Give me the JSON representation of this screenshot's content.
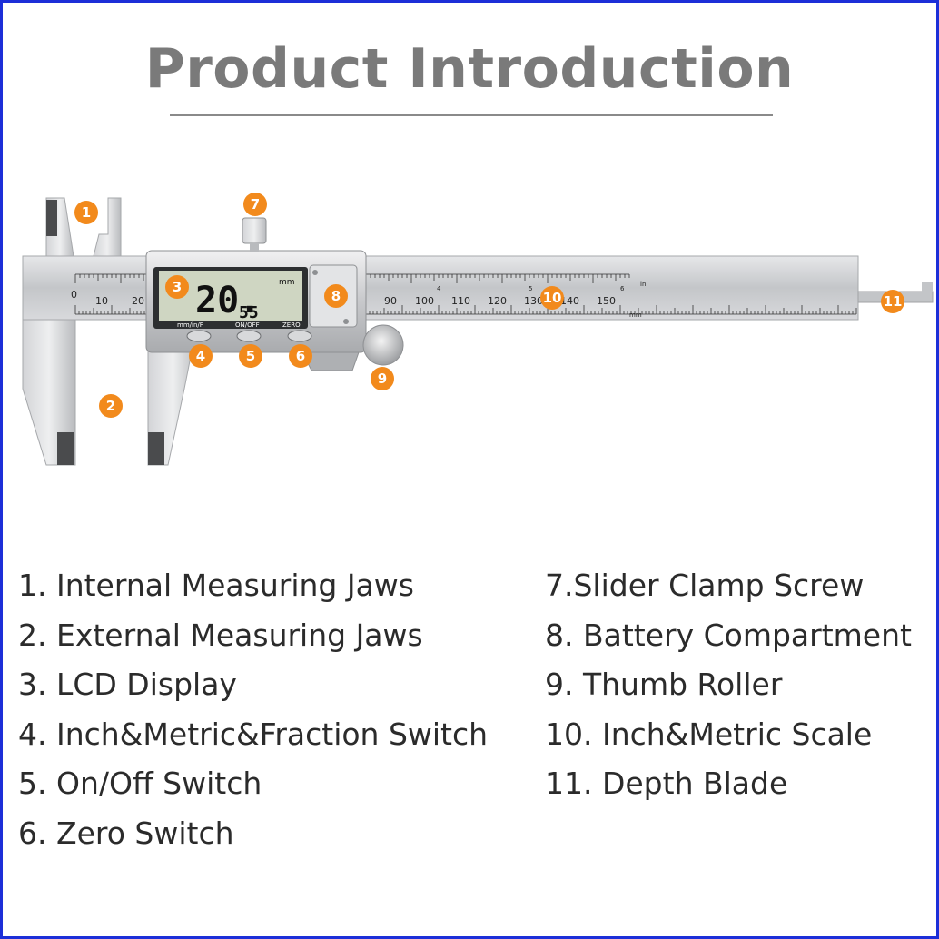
{
  "title": "Product Introduction",
  "colors": {
    "border": "#1c2fd8",
    "title": "#7a7a7a",
    "callout": "#f28a1c",
    "steel": "#c9cacd",
    "lcd": "#cfd6c2"
  },
  "callouts": [
    "1",
    "2",
    "3",
    "4",
    "5",
    "6",
    "7",
    "8",
    "9",
    "10",
    "11"
  ],
  "display": {
    "reading_main": "20.",
    "reading_decimal": "55",
    "unit": "mm",
    "buttons": [
      "mm/in/F",
      "ON/OFF",
      "ZERO"
    ]
  },
  "scale": {
    "left_numbers": [
      "0",
      "10",
      "20"
    ],
    "right_numbers": [
      "90",
      "100",
      "110",
      "120",
      "130",
      "140",
      "150"
    ],
    "inch_numbers": [
      "4",
      "5",
      "6"
    ],
    "inch_unit": "in",
    "mm_unit": "mm"
  },
  "features_left": [
    "1. Internal Measuring Jaws",
    "2. External Measuring Jaws",
    "3. LCD Display",
    "4. Inch&Metric&Fraction Switch",
    "5. On/Off Switch",
    "6. Zero Switch"
  ],
  "features_right": [
    "7.Slider Clamp Screw",
    "8. Battery Compartment",
    "9. Thumb Roller",
    "10. Inch&Metric Scale",
    "11. Depth Blade"
  ]
}
